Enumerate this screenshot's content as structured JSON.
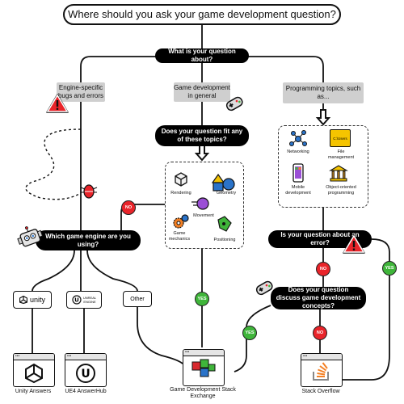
{
  "title": "Where should you ask your game development question?",
  "q_about": "What is your question about?",
  "branches": {
    "engine": "Engine-specific bugs and errors",
    "gamedev": "Game development in general",
    "programming": "Programming topics, such as..."
  },
  "q_fit": "Does your question fit any of these topics?",
  "gamedev_topics": [
    "Rendering",
    "Geometry",
    "Movement",
    "Game mechanics",
    "Positioning"
  ],
  "prog_topics": [
    "Networking",
    "File management",
    "Mobile development",
    "Object-oriented programming"
  ],
  "file_icon_text": "C:\\Users",
  "q_engine": "Which game engine are you using?",
  "q_error": "Is your question about an error?",
  "q_discuss": "Does your question discuss game development concepts?",
  "engines": [
    "unity",
    "UNREAL",
    "Other"
  ],
  "unreal_sub": "ENGINE",
  "badges": {
    "no": "NO",
    "yes": "YES"
  },
  "destinations": [
    "Unity Answers",
    "UE4 AnswerHub",
    "Game Development Stack Exchange",
    "Stack Overflow"
  ],
  "colors": {
    "no": "#e9242a",
    "yes": "#3fb53a",
    "warning": "#e9242a",
    "cube_green": "#3fb53a",
    "cube_red": "#d8282e",
    "cube_blue": "#2a73c9",
    "so_orange": "#f48024"
  },
  "icons": [
    "warning-icon",
    "gamepad-icon",
    "bug-icon",
    "robot-icon",
    "arrow-down-icon",
    "stack-exchange-icon",
    "stack-overflow-icon",
    "unity-icon",
    "unreal-icon",
    "network-icon",
    "folder-icon",
    "phone-icon",
    "bank-icon",
    "cube-icon",
    "sphere-icon",
    "gear-icon",
    "puzzle-icon"
  ]
}
